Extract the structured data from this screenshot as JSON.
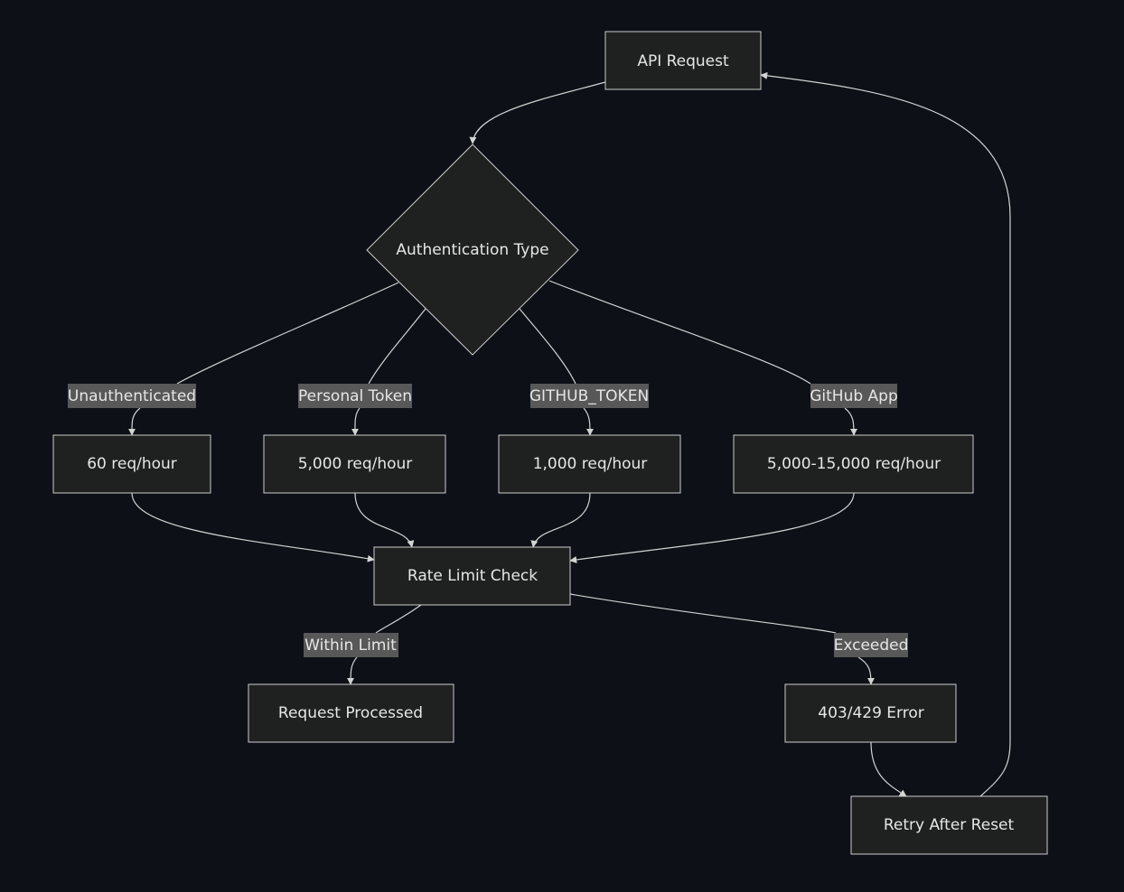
{
  "nodes": {
    "api_request": "API Request",
    "auth_type": "Authentication Type",
    "unauth_limit": "60 req/hour",
    "personal_limit": "5,000 req/hour",
    "github_token_limit": "1,000 req/hour",
    "github_app_limit": "5,000-15,000 req/hour",
    "rate_limit_check": "Rate Limit Check",
    "request_processed": "Request Processed",
    "error": "403/429 Error",
    "retry": "Retry After Reset"
  },
  "edge_labels": {
    "unauthenticated": "Unauthenticated",
    "personal_token": "Personal Token",
    "github_token": "GITHUB_TOKEN",
    "github_app": "GitHub App",
    "within_limit": "Within Limit",
    "exceeded": "Exceeded"
  },
  "colors": {
    "background": "#0d1117",
    "node_fill": "#1f2020",
    "node_stroke": "#cccccc",
    "edge": "#d3d3d3",
    "label_bg": "#585858",
    "text": "#e6e6e6"
  }
}
